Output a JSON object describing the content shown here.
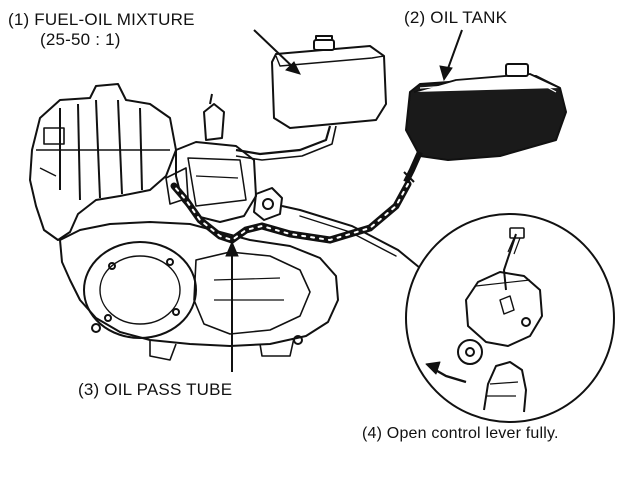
{
  "labels": {
    "fuel_mixture_line1": "(1) FUEL-OIL MIXTURE",
    "fuel_mixture_line2": "(25-50 : 1)",
    "oil_tank": "(2)  OIL TANK",
    "oil_pass_tube": "(3)  OIL PASS TUBE",
    "control_lever": "(4)  Open control lever fully."
  },
  "colors": {
    "ink": "#111111",
    "tank_fill": "#1a1a1a",
    "paper": "#ffffff"
  }
}
